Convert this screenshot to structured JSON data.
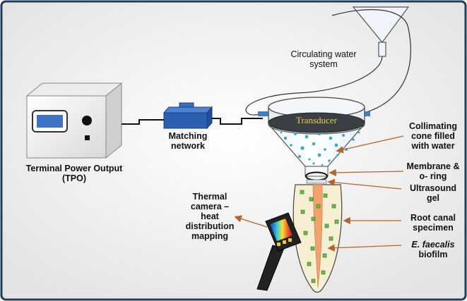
{
  "labels": {
    "tpo": "Terminal Power Output\n(TPO)",
    "matching": "Matching\nnetwork",
    "water_system": "Circulating water\nsystem",
    "transducer": "Transducer",
    "collimating": "Collimating\ncone filled\nwith water",
    "membrane": "Membrane &\no- ring",
    "gel": "Ultrasound\ngel",
    "root": "Root canal\nspecimen",
    "faecalis": "E. faecalis",
    "biofilm": "biofilm",
    "thermal": "Thermal\ncamera –\nheat\ndistribution\nmapping"
  },
  "colors": {
    "border": "#1f3d5c",
    "background": "#f4f4f4",
    "tpo_screen": "#3c73c4",
    "matching_box": "#2e5fae",
    "transducer_top": "#3a3f45",
    "transducer_label": "#f2c84b",
    "water_drop": "#3aa6dc",
    "root_fill": "#f6efd3",
    "canal": "#f2a36b",
    "biofilm_dots": "#6bbf45",
    "camera_body": "#222222",
    "arrow": "#b3662a"
  }
}
